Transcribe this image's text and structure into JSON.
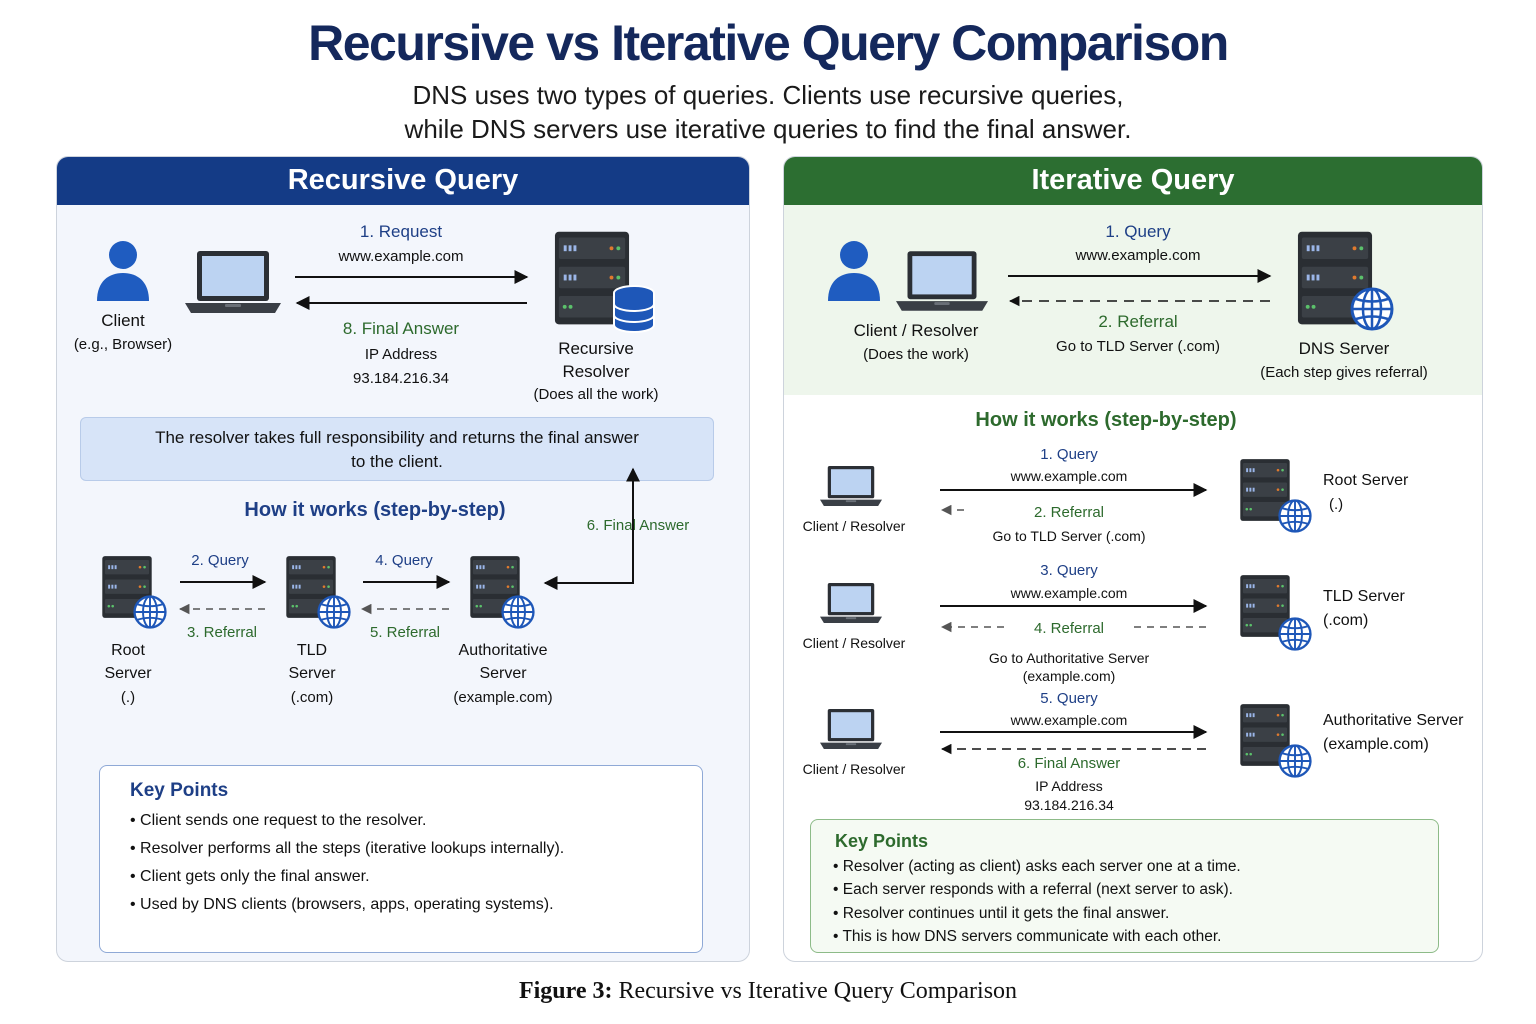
{
  "header": {
    "title": "Recursive vs Iterative Query Comparison",
    "subtitle_line1": "DNS uses two types of queries. Clients use recursive queries,",
    "subtitle_line2": "while DNS servers use iterative queries to find the final answer."
  },
  "colors": {
    "recursive": "#143b86",
    "iterative": "#2c6e31",
    "recursive_bg": "#f3f6fc",
    "iterative_bg": "#eef6ec"
  },
  "recursive": {
    "header": "Recursive Query",
    "client_label": "Client",
    "client_sub": "(e.g., Browser)",
    "request_label": "1. Request",
    "request_domain": "www.example.com",
    "answer_label": "8. Final Answer",
    "answer_sub1": "IP Address",
    "answer_sub2": "93.184.216.34",
    "resolver_line1": "Recursive",
    "resolver_line2": "Resolver",
    "resolver_sub": "(Does all the work)",
    "note_line1": "The resolver takes full responsibility and returns the final answer",
    "note_line2": "to the client.",
    "steps_title": "How it works (step-by-step)",
    "step_query2": "2. Query",
    "step_referral3": "3. Referral",
    "step_query4": "4. Query",
    "step_referral5": "5. Referral",
    "step_final6": "6. Final Answer",
    "root_line1": "Root",
    "root_line2": "Server",
    "root_line3": "(.)",
    "tld_line1": "TLD",
    "tld_line2": "Server",
    "tld_line3": "(.com)",
    "auth_line1": "Authoritative",
    "auth_line2": "Server",
    "auth_line3": "(example.com)",
    "key_title": "Key Points",
    "key_points": [
      "Client sends one request to the resolver.",
      "Resolver performs all the steps (iterative lookups internally).",
      "Client gets only the final answer.",
      "Used by DNS clients (browsers, apps, operating systems)."
    ]
  },
  "iterative": {
    "header": "Iterative Query",
    "client_label": "Client / Resolver",
    "client_sub": "(Does the work)",
    "query_label": "1. Query",
    "query_domain": "www.example.com",
    "referral_label": "2. Referral",
    "referral_sub": "Go to TLD Server (.com)",
    "dns_label": "DNS Server",
    "dns_sub": "(Each step gives referral)",
    "steps_title": "How it works (step-by-step)",
    "row_client": "Client / Resolver",
    "rows": [
      {
        "query": "1. Query",
        "domain": "www.example.com",
        "reply": "2. Referral",
        "reply_sub1": "Go to TLD Server (.com)",
        "reply_sub2": "",
        "server_line1": "Root Server",
        "server_line2": "(.)"
      },
      {
        "query": "3. Query",
        "domain": "www.example.com",
        "reply": "4. Referral",
        "reply_sub1": "Go to Authoritative Server",
        "reply_sub2": "(example.com)",
        "server_line1": "TLD Server",
        "server_line2": "(.com)"
      },
      {
        "query": "5. Query",
        "domain": "www.example.com",
        "reply": "6. Final Answer",
        "reply_sub1": "IP Address",
        "reply_sub2": "93.184.216.34",
        "server_line1": "Authoritative Server",
        "server_line2": "(example.com)"
      }
    ],
    "key_title": "Key Points",
    "key_points": [
      "Resolver (acting as client) asks each server one at a time.",
      "Each server responds with a referral (next server to ask).",
      "Resolver continues until it gets the final answer.",
      "This is how DNS servers communicate with each other."
    ]
  },
  "caption": {
    "label": "Figure 3:",
    "text": " Recursive vs Iterative Query Comparison"
  }
}
